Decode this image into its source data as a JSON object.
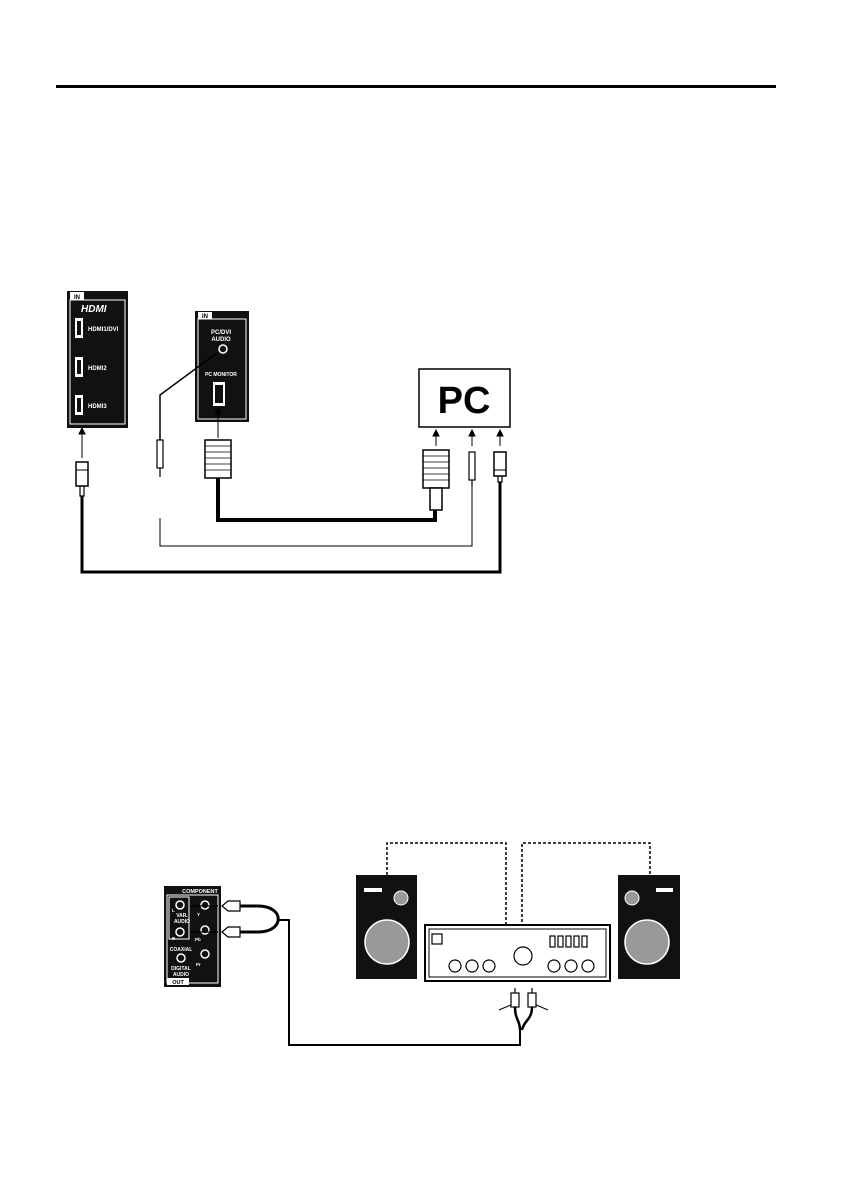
{
  "diagram1": {
    "hdmi_panel": {
      "in_label": "IN",
      "logo": "HDMI",
      "ports": [
        "HDMI1/DVI",
        "HDMI2",
        "HDMI3"
      ]
    },
    "pc_panel": {
      "in_label": "IN",
      "audio_label_line1": "PC/DVI",
      "audio_label_line2": "AUDIO",
      "monitor_label": "PC MONITOR"
    },
    "pc_box_label": "PC"
  },
  "diagram2": {
    "av_panel": {
      "component_label": "COMPONENT",
      "var_label": "VAR.",
      "audio_label": "AUDIO",
      "l_label": "L",
      "r_label": "R",
      "y_label": "Y",
      "pb_label": "Pb",
      "pr_label": "Pr",
      "coaxial_label": "COAXIAL",
      "digital_label": "DIGITAL",
      "digital_audio_label": "AUDIO",
      "out_label": "OUT"
    }
  }
}
